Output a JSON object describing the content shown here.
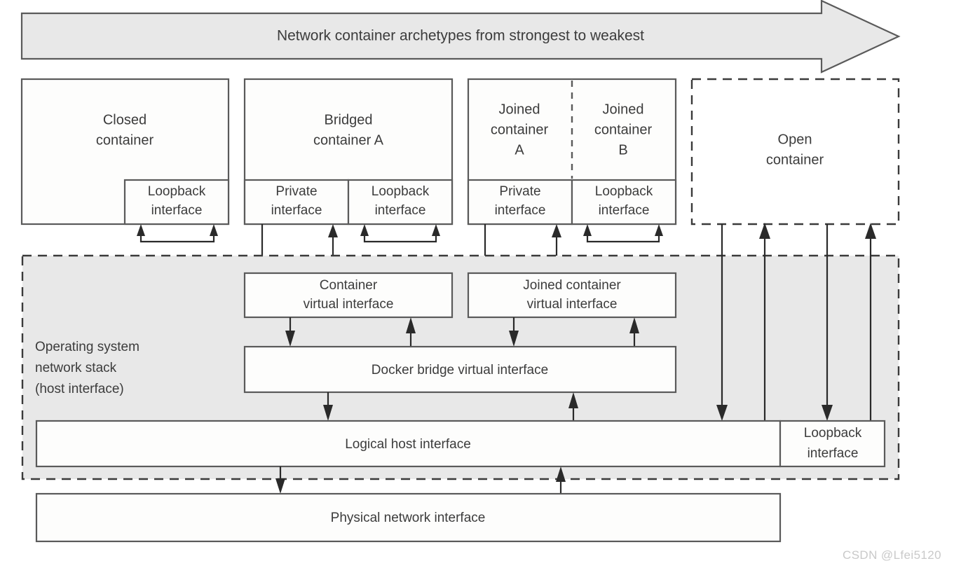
{
  "banner": {
    "label": "Network container archetypes from strongest to weakest",
    "fill": "#e8e8e8",
    "stroke": "#5a5a5a"
  },
  "containers": [
    {
      "id": "closed",
      "title_line1": "Closed",
      "title_line2": "container",
      "style": "solid",
      "interfaces": [
        {
          "id": "closed-loopback",
          "line1": "Loopback",
          "line2": "interface"
        }
      ]
    },
    {
      "id": "bridged",
      "title_line1": "Bridged",
      "title_line2": "container A",
      "style": "solid",
      "interfaces": [
        {
          "id": "bridged-private",
          "line1": "Private",
          "line2": "interface"
        },
        {
          "id": "bridged-loopback",
          "line1": "Loopback",
          "line2": "interface"
        }
      ]
    },
    {
      "id": "joined",
      "title_a_line1": "Joined",
      "title_a_line2": "container",
      "title_a_line3": "A",
      "title_b_line1": "Joined",
      "title_b_line2": "container",
      "title_b_line3": "B",
      "style": "solid-split",
      "interfaces": [
        {
          "id": "joined-private",
          "line1": "Private",
          "line2": "interface"
        },
        {
          "id": "joined-loopback",
          "line1": "Loopback",
          "line2": "interface"
        }
      ]
    },
    {
      "id": "open",
      "title_line1": "Open",
      "title_line2": "container",
      "style": "dashed",
      "interfaces": []
    }
  ],
  "host_region": {
    "label_line1": "Operating system",
    "label_line2": "network stack",
    "label_line3": "(host interface)",
    "fill": "#e8e8e8",
    "stroke": "#3a3a3a"
  },
  "virtual_interfaces": [
    {
      "id": "container-virtual-interface",
      "line1": "Container",
      "line2": "virtual interface"
    },
    {
      "id": "joined-container-virtual-interface",
      "line1": "Joined container",
      "line2": "virtual interface"
    }
  ],
  "bridge": {
    "id": "docker-bridge",
    "label": "Docker bridge virtual interface"
  },
  "logical_host": {
    "id": "logical-host-interface",
    "label": "Logical host interface"
  },
  "host_loopback": {
    "id": "host-loopback-interface",
    "line1": "Loopback",
    "line2": "interface"
  },
  "physical": {
    "id": "physical-network-interface",
    "label": "Physical network interface"
  },
  "watermark": {
    "text": "CSDN @Lfei5120",
    "color": "#c9c9c9"
  }
}
